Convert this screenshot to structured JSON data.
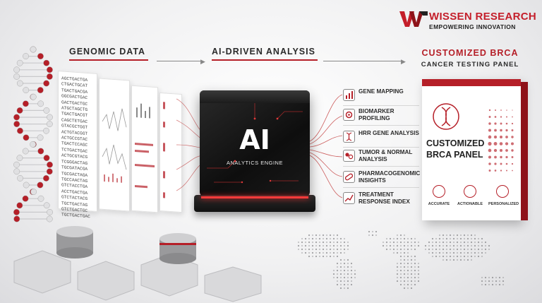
{
  "logo": {
    "name": "WISSEN RESEARCH",
    "tagline": "EMPOWERING INNOVATION",
    "mark_color": "#c41e2a"
  },
  "sections": {
    "genomic": "GENOMIC DATA",
    "analysis": "AI-DRIVEN ANALYSIS",
    "product_line1": "CUSTOMIZED BRCA",
    "product_line2": "CANCER TESTING PANEL"
  },
  "sequence_lines": [
    "AGCTGACTGA",
    "CTGACTGCAT",
    "TGACTGACGA",
    "GGCGACTGAC",
    "GACTGACTGC",
    "ATGCTAGCTG",
    "TGACTGACGT",
    "CAGCTETGAC",
    "GTACGCTGGT",
    "ACTGTACGGT",
    "ACTGCCGTAC",
    "TGACTCCAGC",
    "TCTGACTGAC",
    "ACTGCGTACG",
    "TCGGGACTAG",
    "TGCGATACGA",
    "TGCGACTAGA",
    "TGCCAACTAG",
    "GTCTACCTGA",
    "ACCTGACTGA",
    "GTCTACTACG",
    "TGCTGACTAG",
    "GTCTGACTGC",
    "TGCTGACTGAC"
  ],
  "ai_engine": {
    "title": "AI",
    "subtitle": "ANALYTICS ENGINE",
    "glow_color": "#ff3b3b"
  },
  "features": [
    {
      "label": "GENE MAPPING",
      "icon": "bar-chart-icon"
    },
    {
      "label": "BIOMARKER PROFILING",
      "icon": "gear-molecule-icon"
    },
    {
      "label": "HRR GENE ANALYSIS",
      "icon": "dna-icon"
    },
    {
      "label": "TUMOR & NORMAL ANALYSIS",
      "icon": "cells-icon"
    },
    {
      "label": "PHARMACOGENOMIC INSIGHTS",
      "icon": "pill-icon"
    },
    {
      "label": "TREATMENT RESPONSE INDEX",
      "icon": "trend-line-icon"
    }
  ],
  "product": {
    "name_line1": "CUSTOMIZED",
    "name_line2": "BRCA PANEL",
    "accent_color": "#b51f28",
    "badges": [
      {
        "label": "ACCURATE",
        "icon": "shield-check-icon"
      },
      {
        "label": "ACTIONABLE",
        "icon": "target-icon"
      },
      {
        "label": "PERSONALIZED",
        "icon": "person-icon"
      }
    ]
  }
}
